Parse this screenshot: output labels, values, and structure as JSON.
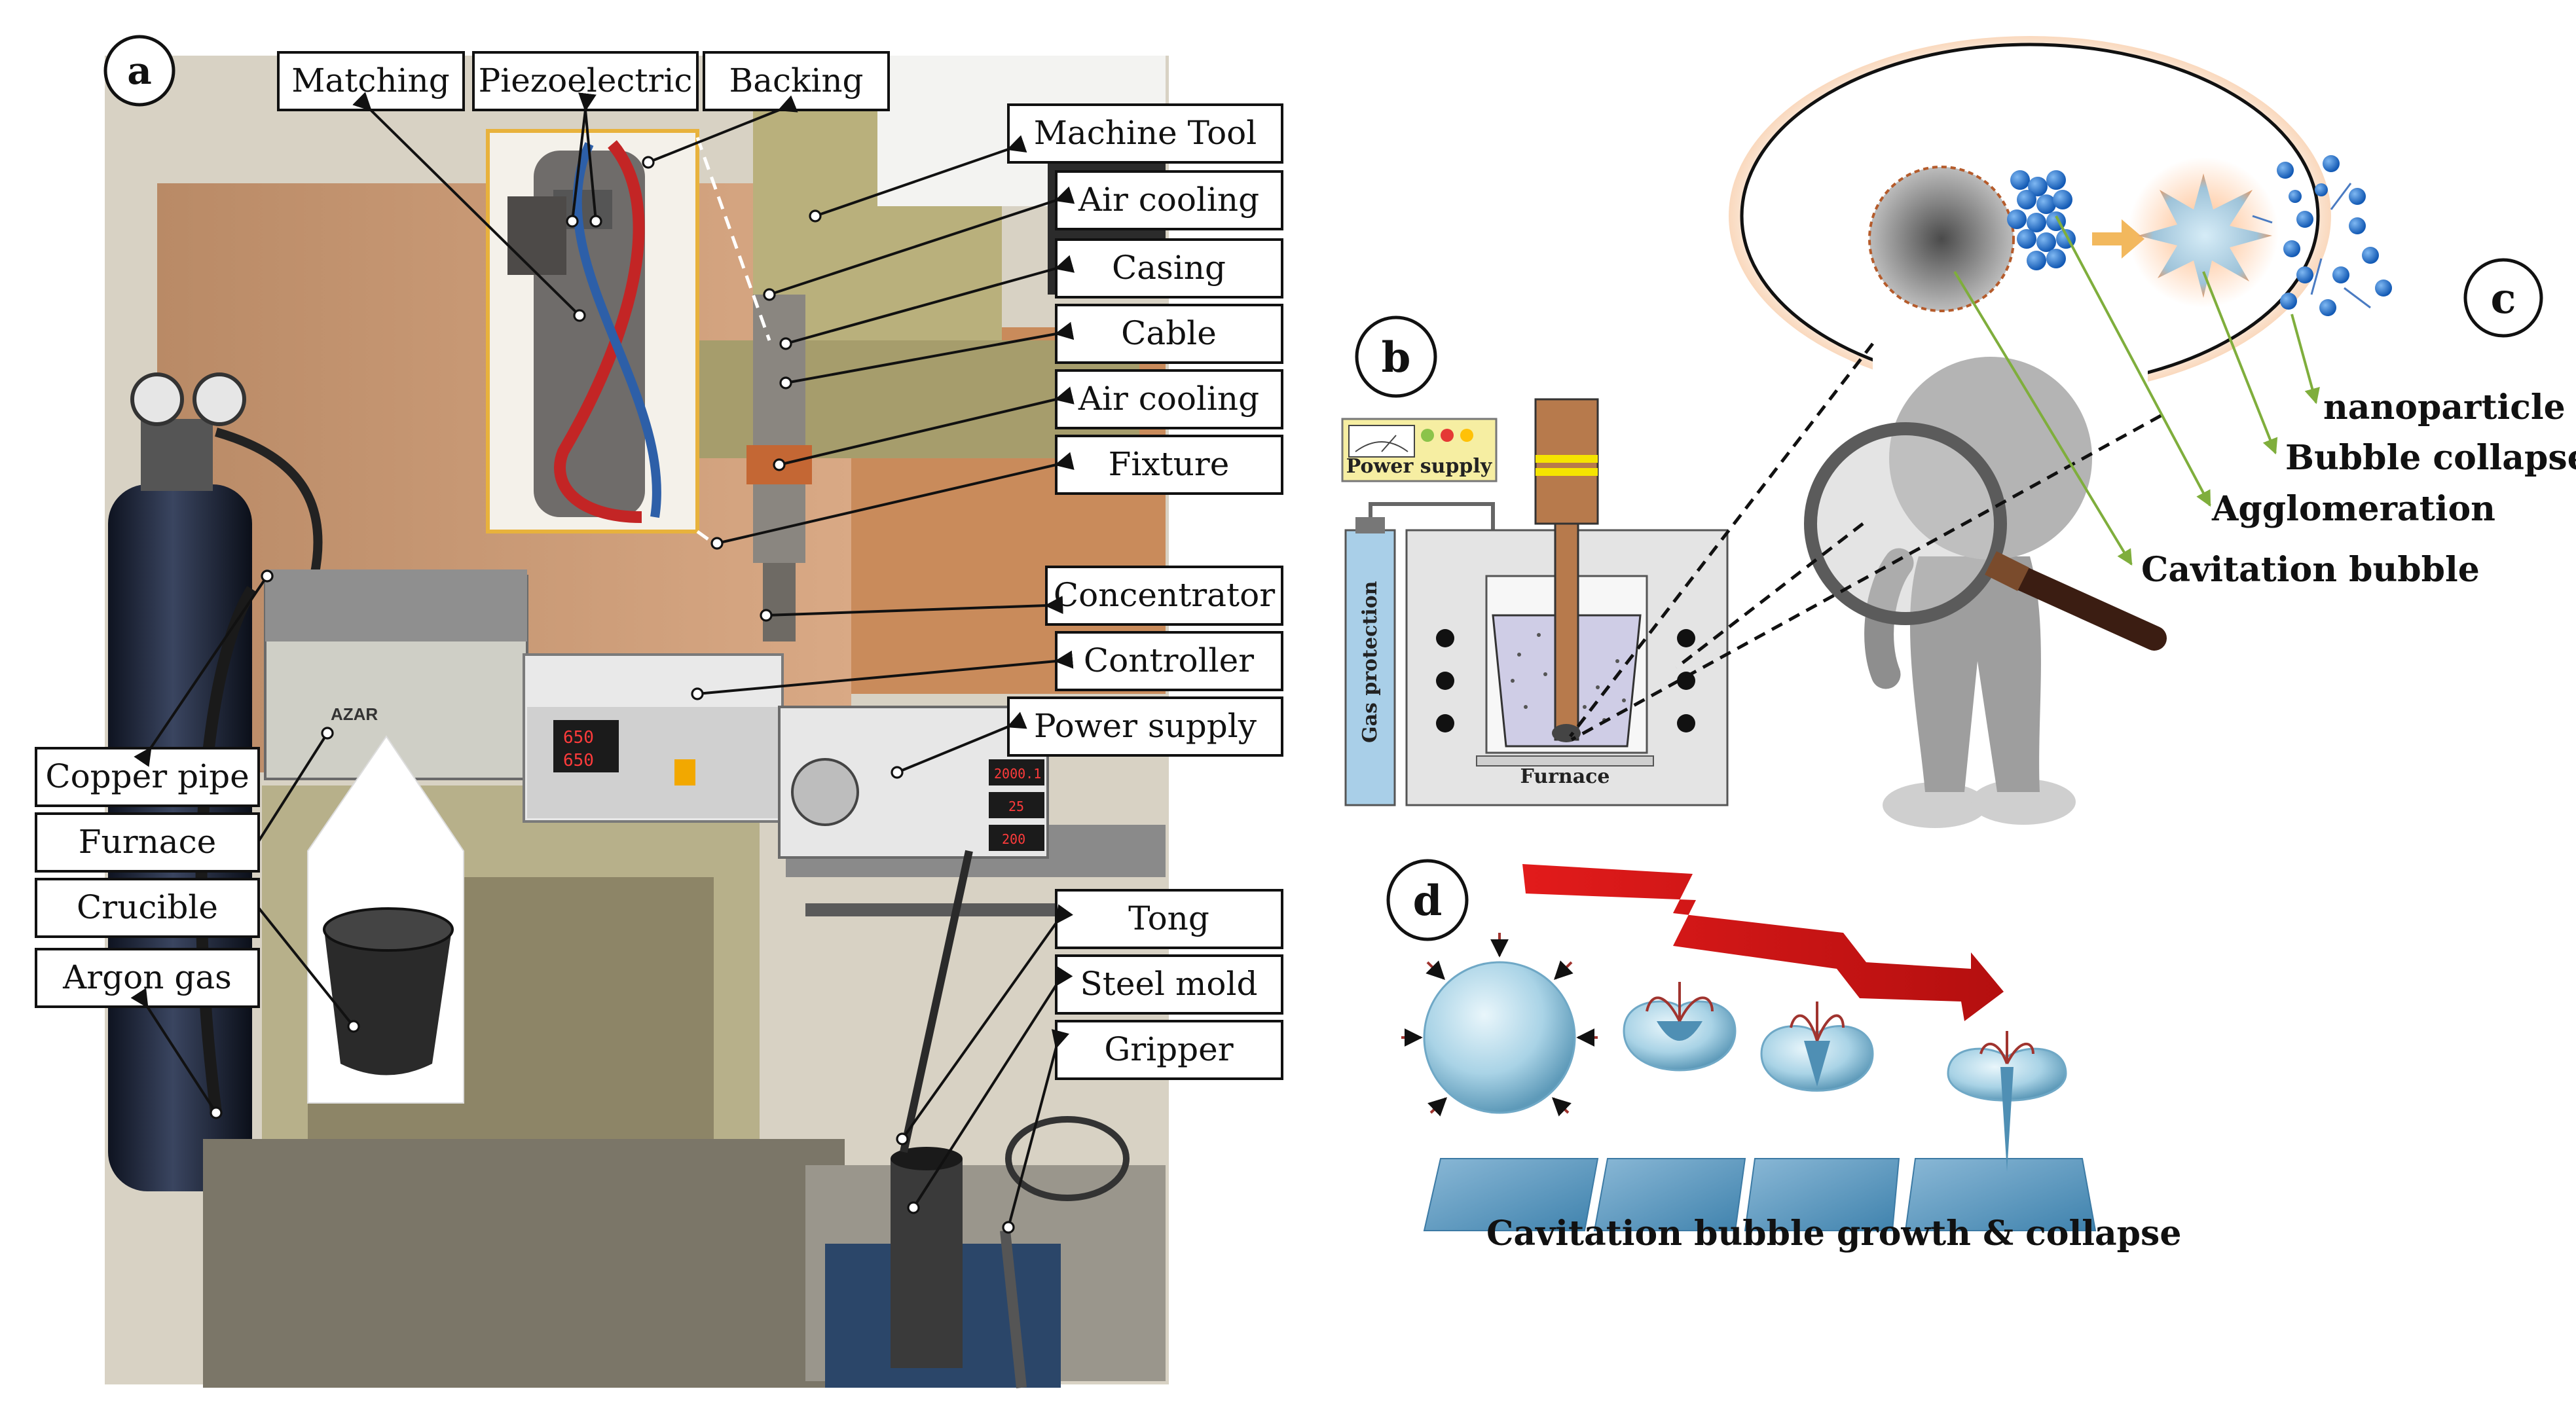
{
  "panels": {
    "a": "a",
    "b": "b",
    "c": "c",
    "d": "d"
  },
  "panel_a": {
    "top_labels": [
      "Matching",
      "Piezoelectric",
      "Backing"
    ],
    "right_labels": [
      "Machine Tool",
      "Air cooling",
      "Casing",
      "Cable",
      "Air cooling",
      "Fixture",
      "Concentrator",
      "Controller",
      "Power supply"
    ],
    "left_labels": [
      "Copper pipe",
      "Furnace",
      "Crucible",
      "Argon gas"
    ],
    "lower_right_labels": [
      "Tong",
      "Steel mold",
      "Gripper"
    ],
    "furnace_brand": "AZAR",
    "controller_display": [
      "650",
      "650"
    ],
    "power_displays": [
      "2000.1",
      "25",
      "200"
    ]
  },
  "panel_b": {
    "power_supply": "Power supply",
    "gas_protection": "Gas protection",
    "furnace": "Furnace"
  },
  "panel_c": {
    "labels": [
      "nanoparticle",
      "Bubble collapse",
      "Agglomeration",
      "Cavitation bubble"
    ]
  },
  "panel_d": {
    "caption": "Cavitation bubble growth & collapse"
  }
}
